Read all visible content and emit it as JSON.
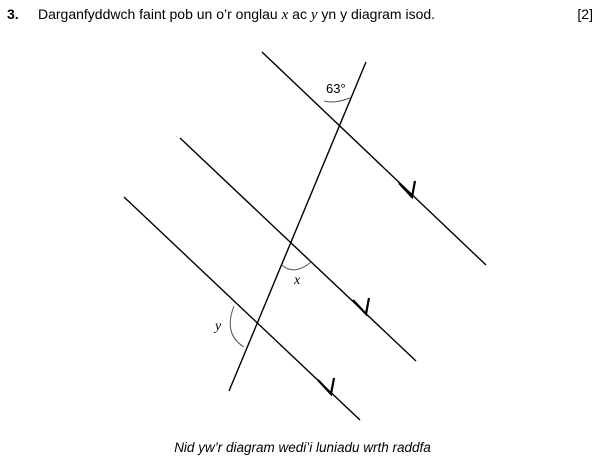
{
  "question": {
    "number": "3.",
    "text_before_x": "Darganfyddwch faint pob un o’r onglau ",
    "var_x": "x",
    "text_between": " ac ",
    "var_y": "y",
    "text_after_y": " yn y diagram isod.",
    "marks": "[2]"
  },
  "diagram": {
    "given_angle_label": "63°",
    "angle_x_label": "x",
    "angle_y_label": "y",
    "parallel_lines_count": 3,
    "arrow_direction": "down-right",
    "line_color": "#000000",
    "arc_color": "#555555"
  },
  "caption": "Nid yw’r diagram wedi’i luniadu wrth raddfa"
}
